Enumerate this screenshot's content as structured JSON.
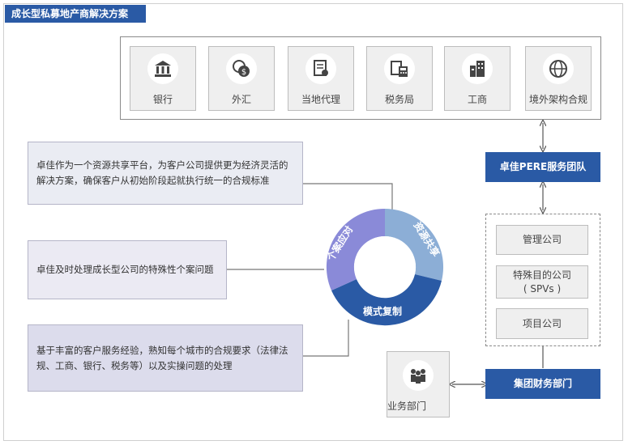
{
  "title": "成长型私募地产商解决方案",
  "institutions": [
    {
      "label": "银行",
      "icon": "bank-icon"
    },
    {
      "label": "外汇",
      "icon": "currency-exchange-icon"
    },
    {
      "label": "当地代理",
      "icon": "certificate-icon"
    },
    {
      "label": "税务局",
      "icon": "tax-calculator-icon"
    },
    {
      "label": "工商",
      "icon": "office-buildings-icon"
    },
    {
      "label": "境外架构合规",
      "icon": "globe-icon"
    }
  ],
  "pere_team": "卓佳PERE服务团队",
  "entities": [
    {
      "line1": "管理公司",
      "line2": ""
    },
    {
      "line1": "特殊目的公司",
      "line2": "( SPVs )"
    },
    {
      "line1": "项目公司",
      "line2": ""
    }
  ],
  "finance_dept": "集团财务部门",
  "business_dept": {
    "label": "业务部门",
    "icon": "team-people-icon"
  },
  "ring": {
    "segments": [
      "资源共享",
      "个案应对",
      "模式复制"
    ],
    "colors": {
      "share": "#8caed6",
      "case": "#8a8ad8",
      "replicate": "#2a5aa5"
    }
  },
  "descriptions": [
    "卓佳作为一个资源共享平台，为客户公司提供更为经济灵活的解决方案，确保客户从初始阶段起就执行统一的合规标准",
    "卓佳及时处理成长型公司的特殊性个案问题",
    "基于丰富的客户服务经验，熟知每个城市的合规要求（法律法规、工商、银行、税务等）以及实操问题的处理"
  ],
  "colors": {
    "brand_blue": "#2a5aa5",
    "desc_fill_1": "#eaecf3",
    "desc_fill_2": "#ebeaf3",
    "desc_fill_3": "#dcdcec"
  }
}
